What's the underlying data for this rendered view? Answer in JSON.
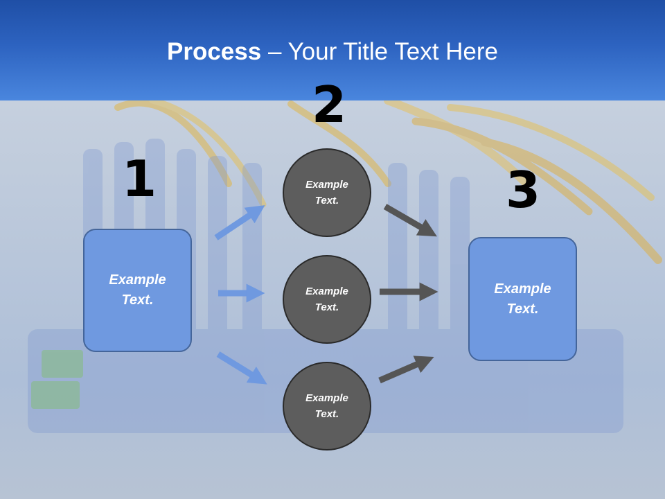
{
  "title": {
    "bold": "Process",
    "rest": " – Your Title Text Here"
  },
  "steps": {
    "one": "1",
    "two": "2",
    "three": "3"
  },
  "left_box": {
    "line1": "Example",
    "line2": "Text."
  },
  "right_box": {
    "line1": "Example",
    "line2": "Text."
  },
  "circles": [
    {
      "line1": "Example",
      "line2": "Text."
    },
    {
      "line1": "Example",
      "line2": "Text."
    },
    {
      "line1": "Example",
      "line2": "Text."
    }
  ],
  "colors": {
    "header": "#2d63c0",
    "box": "#6f99e0",
    "circle": "#5d5d5d",
    "arrow_in": "#6f99e0",
    "arrow_out": "#555555"
  }
}
